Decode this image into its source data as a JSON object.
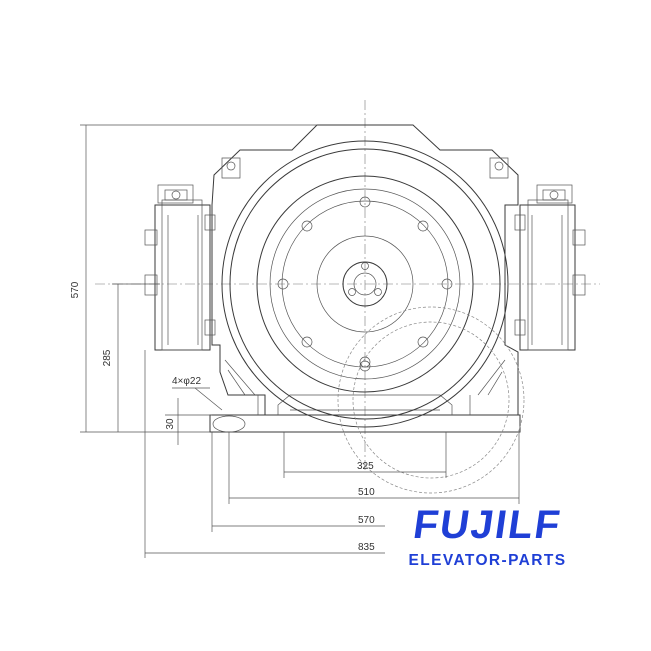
{
  "dimensions": {
    "total_height": "570",
    "center_height": "285",
    "base_thickness": "30",
    "holes": "4×φ22",
    "width_325": "325",
    "width_510": "510",
    "width_570": "570",
    "width_835": "835"
  },
  "brand": {
    "name": "FUJILF",
    "tagline": "ELEVATOR-PARTS",
    "color": "#1f3fd6"
  }
}
